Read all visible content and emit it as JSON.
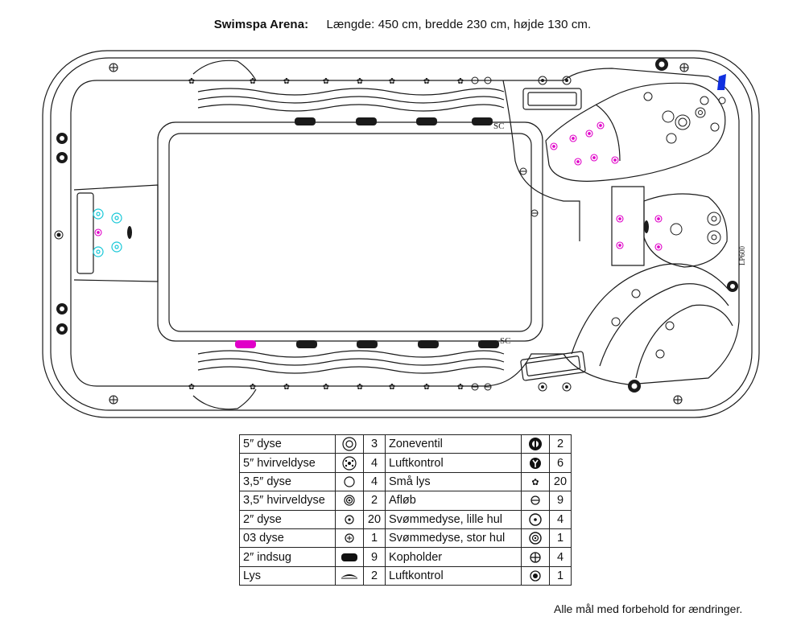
{
  "header": {
    "brand": "Swimspa Arena:",
    "dimensions": "Længde:  450 cm, bredde 230 cm, højde 130 cm."
  },
  "drawing": {
    "labels": [
      "SC",
      "SC",
      "LP600"
    ],
    "colors": {
      "outline": "#1a1a1a",
      "pillow": "#1a1a1a",
      "light_pillow": "#e000c8",
      "cyan_jet": "#18c8d8",
      "magenta_jet": "#e000c8",
      "blue_marker": "#1030e0"
    }
  },
  "legend": {
    "rows": [
      {
        "left": {
          "label": "5″ dyse",
          "icon": "jet-5-icon",
          "count": "3"
        },
        "right": {
          "label": "Zoneventil",
          "icon": "zone-valve-icon",
          "count": "2"
        }
      },
      {
        "left": {
          "label": "5″  hvirveldyse",
          "icon": "swirl-jet-5-icon",
          "count": "4"
        },
        "right": {
          "label": "Luftkontrol",
          "icon": "air-control-icon",
          "count": "6"
        }
      },
      {
        "left": {
          "label": "3,5″ dyse",
          "icon": "jet-35-icon",
          "count": "4"
        },
        "right": {
          "label": "Små lys",
          "icon": "small-light-icon",
          "count": "20"
        }
      },
      {
        "left": {
          "label": "3,5″ hvirveldyse",
          "icon": "swirl-jet-35-icon",
          "count": "2"
        },
        "right": {
          "label": "Afløb",
          "icon": "drain-icon",
          "count": "9"
        }
      },
      {
        "left": {
          "label": "2″ dyse",
          "icon": "jet-2-icon",
          "count": "20"
        },
        "right": {
          "label": "Svømmedyse, lille hul",
          "icon": "swim-jet-small-icon",
          "count": "4"
        }
      },
      {
        "left": {
          "label": "03 dyse",
          "icon": "jet-03-icon",
          "count": "1"
        },
        "right": {
          "label": "Svømmedyse, stor hul",
          "icon": "swim-jet-large-icon",
          "count": "1"
        }
      },
      {
        "left": {
          "label": "2″ indsug",
          "icon": "suction-icon",
          "count": "9"
        },
        "right": {
          "label": "Kopholder",
          "icon": "cup-holder-icon",
          "count": "4"
        }
      },
      {
        "left": {
          "label": "Lys",
          "icon": "light-icon",
          "count": "2"
        },
        "right": {
          "label": "Luftkontrol",
          "icon": "air-control-small-icon",
          "count": "1"
        }
      }
    ]
  },
  "footer": {
    "note": "Alle mål med forbehold for ændringer."
  }
}
